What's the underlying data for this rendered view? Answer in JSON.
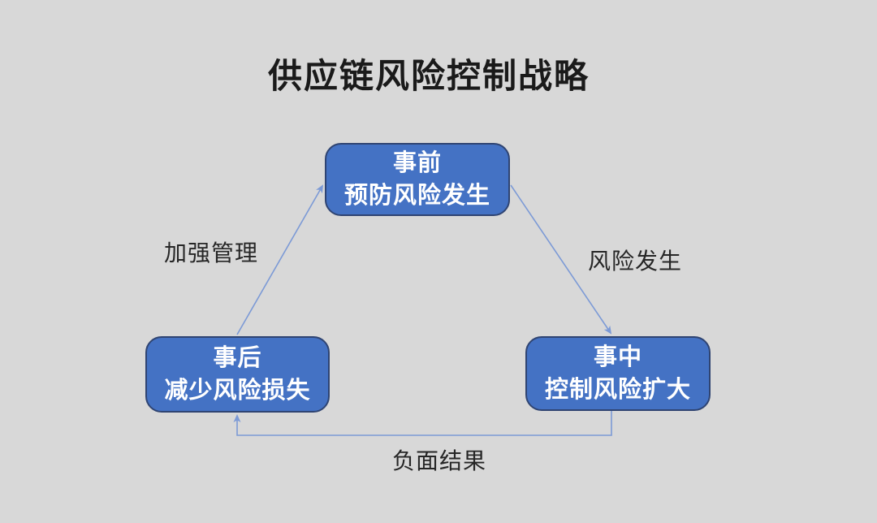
{
  "title": "供应链风险控制战略",
  "colors": {
    "background": "#D8D8D8",
    "box_fill": "#4472C4",
    "box_border": "#2F4472",
    "box_text": "#FFFFFF",
    "connector": "#7C9AD6",
    "label_text": "#262626",
    "title_text": "#1A1A1A"
  },
  "nodes": {
    "before": {
      "line1": "事前",
      "line2": "预防风险发生"
    },
    "during": {
      "line1": "事中",
      "line2": "控制风险扩大"
    },
    "after": {
      "line1": "事后",
      "line2": "减少风险损失"
    }
  },
  "edges": {
    "after_to_before": {
      "label": "加强管理",
      "from": "after",
      "to": "before"
    },
    "before_to_during": {
      "label": "风险发生",
      "from": "before",
      "to": "during"
    },
    "during_to_after": {
      "label": "负面结果",
      "from": "during",
      "to": "after"
    }
  }
}
